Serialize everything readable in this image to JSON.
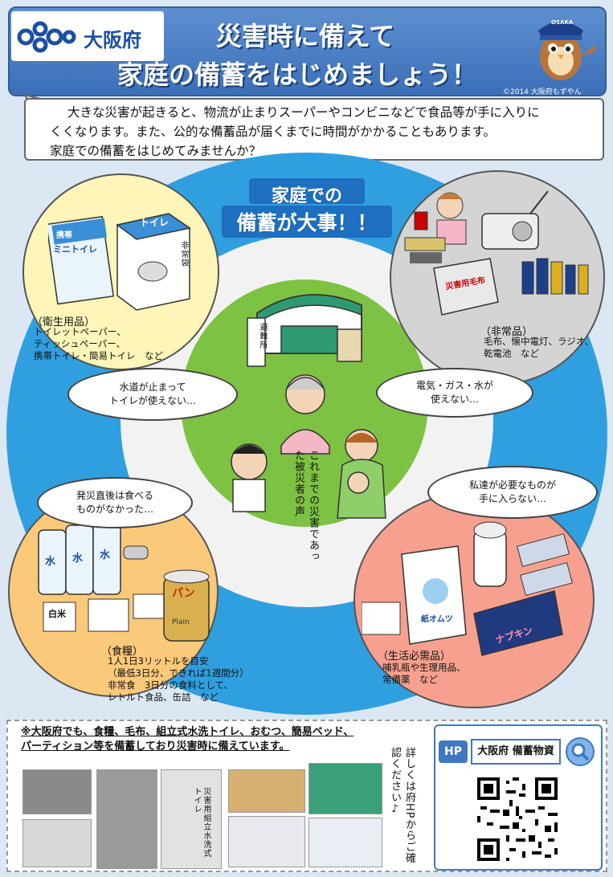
{
  "header": {
    "pref_name": "大阪府",
    "title_line1": "災害時に備えて",
    "title_line2": "家庭の備蓄をはじめましょう！",
    "copyright": "©2014 大阪府もずやん",
    "mascot_cap_text": "OSAKA"
  },
  "intro": {
    "line1": "大きな災害が起きると、物流が止まりスーパーやコンビニなどで食品等が手に入りに",
    "line2": "くくなります。また、公的な備蓄品が届くまでに時間がかかることもあります。",
    "line3": "家庭での備蓄をはじめてみませんか？"
  },
  "center": {
    "heading_line1": "家庭での",
    "heading_line2": "備蓄が大事！！",
    "voices_line1": "これまでの災害で",
    "voices_line2": "あった被災者の声",
    "shelter_sign": "避難所"
  },
  "categories": {
    "hygiene": {
      "title": "（衛生用品）",
      "line1": "トイレットペーパー、",
      "line2": "ティッシュペーパー、",
      "line3": "携帯トイレ・簡易トイレ　など"
    },
    "emergency": {
      "title": "（非常品）",
      "line1": "毛布、懐中電灯、ラジオ、",
      "line2": "乾電池　など"
    },
    "food": {
      "title": "（食糧）",
      "line1": "1人1日3リットルを目安",
      "line2": "（最低3日分、できれば1週間分）",
      "line3": "非常食　3日分の食料として、",
      "line4": "レトルト食品、缶詰　など"
    },
    "daily": {
      "title": "（生活必需品）",
      "line1": "哺乳瓶や生理用品、",
      "line2": "常備薬　など"
    }
  },
  "speech": {
    "toilet_line1": "水道が止まって",
    "toilet_line2": "トイレが使えない…",
    "utilities_line1": "電気・ガス・水が",
    "utilities_line2": "使えない…",
    "food_line1": "発災直後は食べる",
    "food_line2": "ものがなかった…",
    "personal_line1": "私達が必要なものが",
    "personal_line2": "手に入らない…"
  },
  "product_labels": {
    "mini_toilet_brand": "携帯",
    "mini_toilet_name": "ミニトイレ",
    "toilet_box": "トイレ",
    "toilet_box_sub": "非常袋",
    "blanket": "災害用毛布",
    "water": "水",
    "rice": "白米",
    "bread_can": "パン",
    "bread_plain": "Plain",
    "diaper": "紙オムツ",
    "napkin": "ナプキン"
  },
  "bottom": {
    "note_line1": "※大阪府でも、食糧、毛布、組立式水洗トイレ、おむつ、簡易ベッド、",
    "note_line2": "パーティション等を備蓄しており災害時に備えています。",
    "details_line1": "詳しくは府HPから",
    "details_line2": "ご確認ください♪",
    "hp_label": "HP",
    "hp_search": "大阪府 備蓄物資",
    "toilet_photo_label1": "災害用組立",
    "toilet_photo_label2": "水洗式トイレ"
  },
  "colors": {
    "header_blue": "#3b6fb8",
    "ring_blue": "#2f9fe0",
    "center_green": "#7dc242",
    "hygiene_yellow": "#fdf6b8",
    "emergency_gray": "#d4d4d4",
    "food_orange": "#fbc97a",
    "daily_pink": "#f7a08f"
  }
}
